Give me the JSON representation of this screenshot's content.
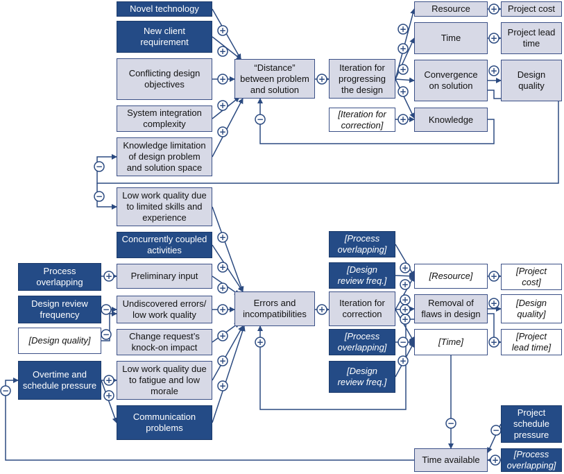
{
  "nodes": {
    "novel_technology": "Novel technology",
    "new_client_requirement": "New client\nrequirement",
    "conflicting_design_objectives": "Conflicting design\nobjectives",
    "system_integration_complexity": "System integration\ncomplexity",
    "knowledge_limitation": "Knowledge limitation\nof design problem\nand solution space",
    "distance": "“Distance”\nbetween problem\nand solution",
    "iteration_progressing": "Iteration for\nprogressing\nthe design",
    "iteration_correction_bracket": "[Iteration for\ncorrection]",
    "resource": "Resource",
    "project_cost": "Project cost",
    "time": "Time",
    "project_lead_time": "Project lead\ntime",
    "convergence_on_solution": "Convergence\non solution",
    "design_quality": "Design\nquality",
    "knowledge": "Knowledge",
    "low_work_quality_skills": "Low work quality due\nto limited skills and\nexperience",
    "concurrently_coupled": "Concurrently coupled\nactivities",
    "process_overlapping_left": "Process\noverlapping",
    "preliminary_input": "Preliminary input",
    "design_review_frequency": "Design review\nfrequency",
    "undiscovered_errors": "Undiscovered errors/\nlow work quality",
    "design_quality_bracket_left": "[Design quality]",
    "change_request": "Change request’s\nknock-on impact",
    "overtime_schedule_pressure": "Overtime and\nschedule pressure",
    "low_work_quality_fatigue": "Low work quality due\nto fatigue and low\nmorale",
    "communication_problems": "Communication\nproblems",
    "errors_incompatibilities": "Errors and\nincompatibilities",
    "iteration_correction": "Iteration for\ncorrection",
    "process_overlapping_br1": "[Process\noverlapping]",
    "design_review_freq_br1": "[Design\nreview freq.]",
    "resource_bracket": "[Resource]",
    "project_cost_bracket": "[Project\ncost]",
    "removal_of_flaws": "Removal of\nflaws in design",
    "design_quality_bracket_right": "[Design\nquality]",
    "process_overlapping_br2": "[Process\noverlapping]",
    "time_bracket": "[Time]",
    "project_lead_time_bracket": "[Project\nlead time]",
    "design_review_freq_br2": "[Design\nreview freq.]",
    "project_schedule_pressure": "Project\nschedule\npressure",
    "time_available": "Time available",
    "process_overlapping_br3": "[Process\noverlapping]"
  },
  "signs": {
    "plus": "+",
    "minus": "−"
  },
  "colors": {
    "dark_fill": "#244b86",
    "light_fill": "#d7d9e6",
    "line": "#2b4a80"
  }
}
